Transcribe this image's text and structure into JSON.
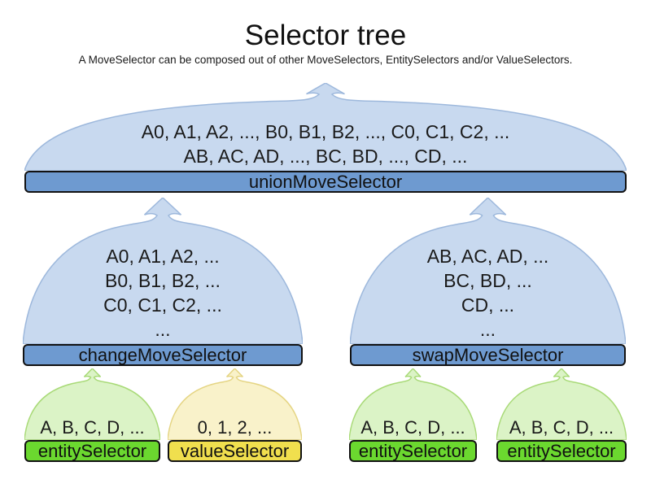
{
  "title": "Selector tree",
  "subtitle": "A MoveSelector can be composed out of other MoveSelectors, EntitySelectors and/or ValueSelectors.",
  "colors": {
    "cloud_blue_fill": "#c8d9ef",
    "cloud_blue_stroke": "#9db8dc",
    "bar_blue": "#6e9ad0",
    "cloud_green_fill": "#dbf3c6",
    "cloud_green_stroke": "#a9da78",
    "bar_green": "#6bd82f",
    "cloud_yellow_fill": "#f9f2ca",
    "cloud_yellow_stroke": "#e5d584",
    "bar_yellow": "#f0df4e",
    "bar_border": "#121212",
    "text": "#1a1a1a"
  },
  "nodes": {
    "union": {
      "label": "unionMoveSelector",
      "lines": [
        "A0, A1, A2, ..., B0, B1, B2, ..., C0, C1, C2, ...",
        "AB, AC, AD, ..., BC, BD, ..., CD, ..."
      ]
    },
    "change": {
      "label": "changeMoveSelector",
      "lines": [
        "A0, A1, A2, ...",
        "B0, B1, B2, ...",
        "C0, C1, C2, ...",
        "..."
      ]
    },
    "swap": {
      "label": "swapMoveSelector",
      "lines": [
        "AB, AC, AD, ...",
        "BC, BD, ...",
        "CD, ...",
        "..."
      ]
    },
    "entity1": {
      "label": "entitySelector",
      "lines": [
        "A, B, C, D, ..."
      ]
    },
    "value1": {
      "label": "valueSelector",
      "lines": [
        "0, 1, 2, ..."
      ]
    },
    "entity2": {
      "label": "entitySelector",
      "lines": [
        "A, B, C, D, ..."
      ]
    },
    "entity3": {
      "label": "entitySelector",
      "lines": [
        "A, B, C, D, ..."
      ]
    }
  }
}
